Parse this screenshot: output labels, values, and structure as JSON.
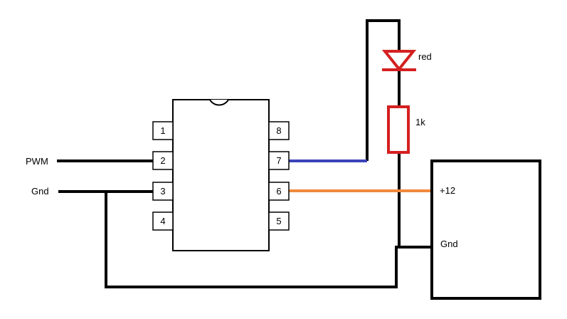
{
  "diagram": {
    "chip": {
      "pins": [
        "1",
        "2",
        "3",
        "4",
        "5",
        "6",
        "7",
        "8"
      ]
    },
    "signals": {
      "pwm_label": "PWM",
      "gnd_label": "Gnd"
    },
    "led": {
      "label": "red",
      "color": "#d42020"
    },
    "resistor": {
      "label": "1k",
      "color": "#d42020"
    },
    "power_supply": {
      "plus_label": "+12",
      "gnd_label": "Gnd"
    },
    "wire_colors": {
      "ground_and_supply": "#000000",
      "pin7_to_led": "#3a44b8",
      "pin6_to_plus12": "#ef8a3c"
    }
  }
}
